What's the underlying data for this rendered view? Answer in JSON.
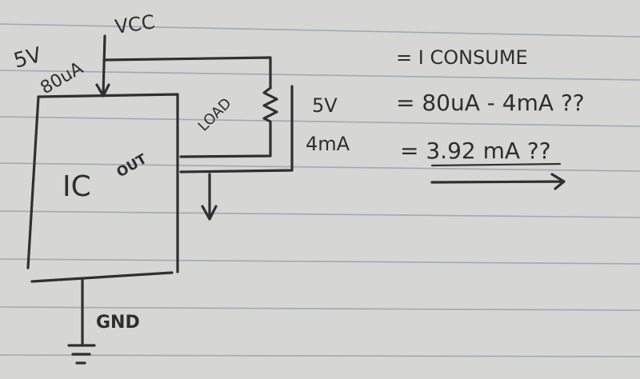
{
  "colors": {
    "paper": "#d6d6d4",
    "ink": "#303032",
    "rule": "#a3a8b2"
  },
  "labels": {
    "supply_voltage": "5V",
    "vcc": "VCC",
    "quiescent_current": "80uA",
    "ic": "IC",
    "out": "OUT",
    "load": "LOAD",
    "out_voltage": "5V",
    "out_current": "4mA",
    "gnd": "GND"
  },
  "notes": {
    "line1": "= I CONSUME",
    "line2": "= 80uA - 4mA ??",
    "line3": "= 3.92 mA ??"
  }
}
